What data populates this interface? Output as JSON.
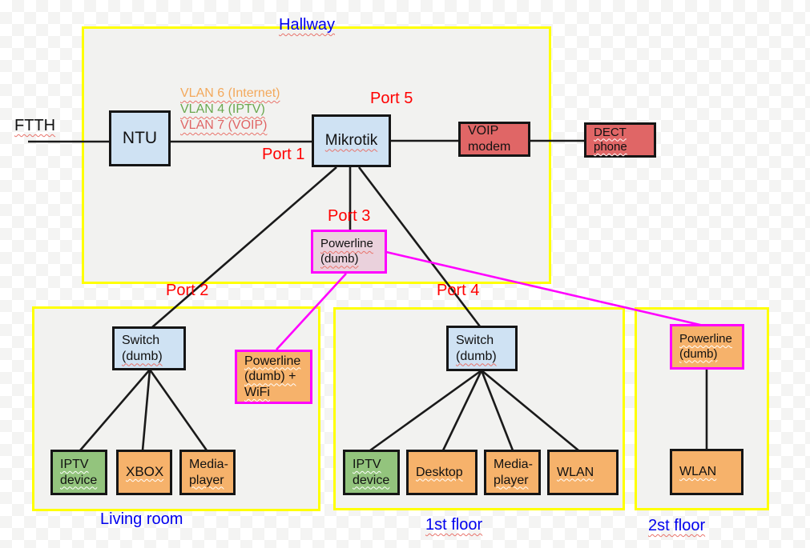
{
  "regions": {
    "hallway": {
      "label": "Hallway"
    },
    "living_room": {
      "label": "Living room"
    },
    "first_floor": {
      "label": "1st floor"
    },
    "second_floor": {
      "label": "2st floor"
    }
  },
  "ftth_label": "FTTH",
  "vlans": [
    {
      "label": "VLAN 6 (Internet)",
      "color": "#f3a95c"
    },
    {
      "label": "VLAN 4 (IPTV)",
      "color": "#6aa84f"
    },
    {
      "label": "VLAN 7 (VOIP)",
      "color": "#e06666"
    }
  ],
  "ports": {
    "port1": "Port 1",
    "port2": "Port 2",
    "port3": "Port 3",
    "port4": "Port 4",
    "port5": "Port 5"
  },
  "port_color": "#ff0000",
  "region_label_color": "#0000ee",
  "colors": {
    "region_fill": "#f2f2f0",
    "region_border": "#ffff00",
    "wire_data": "#1a1a1a",
    "wire_powerline": "#ff00ff",
    "box_blue": "#cfe2f3",
    "box_green": "#93c47d",
    "box_orange": "#f6b26b",
    "box_red": "#e06666",
    "box_pink": "#ead1dc"
  },
  "nodes": {
    "ntu": {
      "lines": [
        "NTU"
      ],
      "fill": "#cfe2f3"
    },
    "mikrotik": {
      "lines": [
        "Mikrotik"
      ],
      "fill": "#cfe2f3"
    },
    "voip_modem": {
      "lines": [
        "VOIP",
        "modem"
      ],
      "fill": "#e06666"
    },
    "dect_phone": {
      "lines": [
        "DECT",
        "phone"
      ],
      "fill": "#e06666"
    },
    "powerline_hallway": {
      "lines": [
        "Powerline",
        "(dumb)"
      ],
      "fill": "#ead1dc"
    },
    "powerline_wifi": {
      "lines": [
        "Powerline",
        "(dumb) +",
        "WiFi"
      ],
      "fill": "#f6b26b"
    },
    "living_switch": {
      "lines": [
        "Switch",
        "(dumb)"
      ],
      "fill": "#cfe2f3"
    },
    "living_iptv": {
      "lines": [
        "IPTV",
        "device"
      ],
      "fill": "#93c47d"
    },
    "living_xbox": {
      "lines": [
        "XBOX"
      ],
      "fill": "#f6b26b"
    },
    "living_media": {
      "lines": [
        "Media-",
        "player"
      ],
      "fill": "#f6b26b"
    },
    "floor1_switch": {
      "lines": [
        "Switch",
        "(dumb)"
      ],
      "fill": "#cfe2f3"
    },
    "floor1_iptv": {
      "lines": [
        "IPTV",
        "device"
      ],
      "fill": "#93c47d"
    },
    "floor1_desktop": {
      "lines": [
        "Desktop"
      ],
      "fill": "#f6b26b"
    },
    "floor1_media": {
      "lines": [
        "Media-",
        "player"
      ],
      "fill": "#f6b26b"
    },
    "floor1_wlan": {
      "lines": [
        "WLAN"
      ],
      "fill": "#f6b26b"
    },
    "floor2_powerline": {
      "lines": [
        "Powerline",
        "(dumb)"
      ],
      "fill": "#f6b26b"
    },
    "floor2_wlan": {
      "lines": [
        "WLAN"
      ],
      "fill": "#f6b26b"
    }
  }
}
